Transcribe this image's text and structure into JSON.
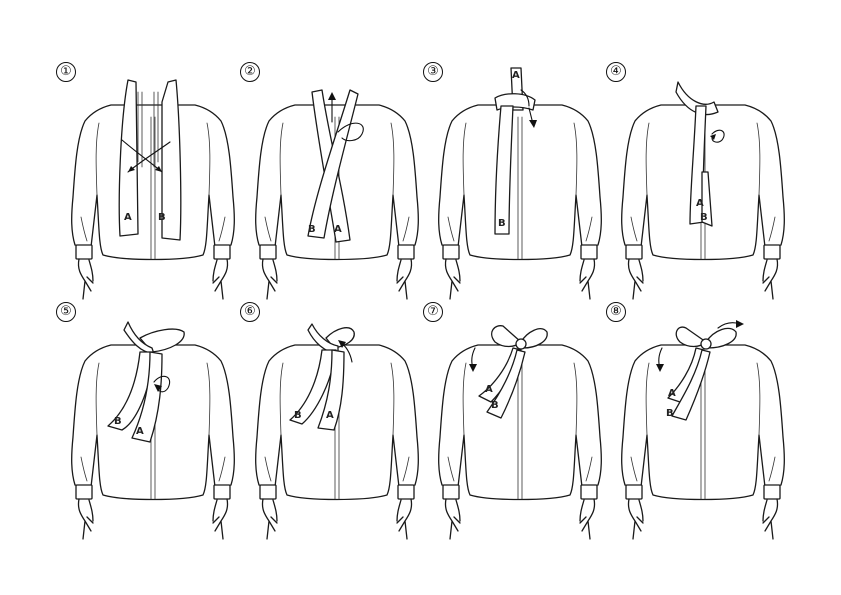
{
  "steps": [
    {
      "number": "①",
      "labels": [
        "A",
        "B"
      ]
    },
    {
      "number": "②",
      "labels": [
        "B",
        "A"
      ]
    },
    {
      "number": "③",
      "labels": [
        "A",
        "B"
      ]
    },
    {
      "number": "④",
      "labels": [
        "A",
        "B"
      ]
    },
    {
      "number": "⑤",
      "labels": [
        "B",
        "A"
      ]
    },
    {
      "number": "⑥",
      "labels": [
        "B",
        "A"
      ]
    },
    {
      "number": "⑦",
      "labels": [
        "A",
        "B"
      ]
    },
    {
      "number": "⑧",
      "labels": [
        "A",
        "B"
      ]
    }
  ]
}
